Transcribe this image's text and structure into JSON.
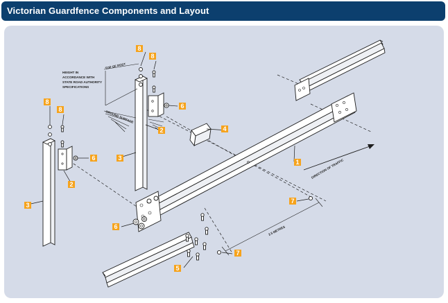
{
  "header": {
    "title": "Victorian Guardfence Components and Layout"
  },
  "annotations": {
    "height_note": [
      "HEIGHT IN",
      "ACCORDANCE WITH",
      "STATE ROAD AUTHORITY",
      "SPECIFICATIONS"
    ],
    "top_of_post": "TOP OF POST",
    "ground_surface": "GROUND SURFACE",
    "direction_of_traffic": "DIRECTION OF TRAFFIC",
    "spacing": "2.5 METRES"
  },
  "callouts": {
    "c1": "1",
    "c2a": "2",
    "c2b": "2",
    "c3a": "3",
    "c3b": "3",
    "c4": "4",
    "c5": "5",
    "c6a": "6",
    "c6b": "6",
    "c6c": "6",
    "c7a": "7",
    "c7b": "7",
    "c8a": "8",
    "c8b": "8",
    "c8c": "8",
    "c8d": "8"
  },
  "colors": {
    "header_bg": "#0c3f6e",
    "panel_bg": "#d5dbe8",
    "callout": "#f6a31c"
  }
}
